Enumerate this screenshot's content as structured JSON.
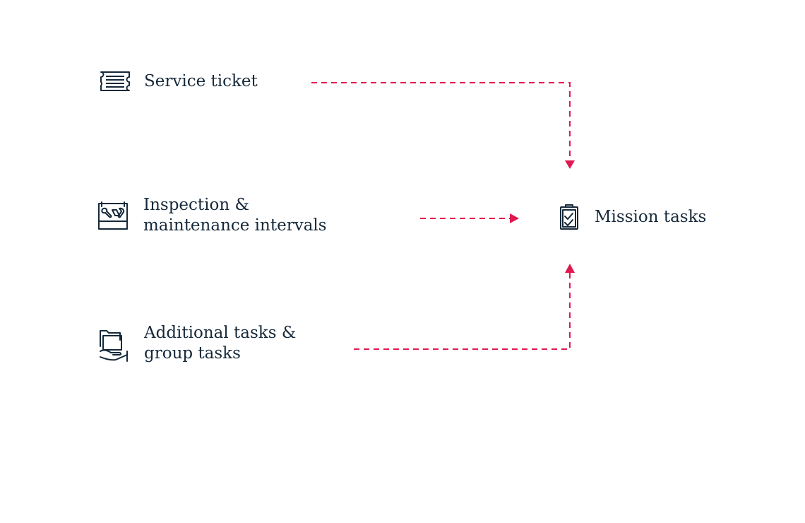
{
  "colors": {
    "text": "#16293a",
    "icon": "#16293a",
    "connector": "#e0184f",
    "background": "#ffffff"
  },
  "nodes": {
    "service_ticket": {
      "icon": "ticket-icon",
      "label": "Service ticket"
    },
    "inspection": {
      "icon": "toolbox-icon",
      "label_line1": "Inspection &",
      "label_line2": "maintenance intervals"
    },
    "additional": {
      "icon": "folder-hand-icon",
      "label_line1": "Additional tasks &",
      "label_line2": "group tasks"
    },
    "mission": {
      "icon": "clipboard-check-icon",
      "label": "Mission tasks"
    }
  },
  "connectors": [
    {
      "from": "service_ticket",
      "to": "mission",
      "style": "dashed"
    },
    {
      "from": "inspection",
      "to": "mission",
      "style": "dashed"
    },
    {
      "from": "additional",
      "to": "mission",
      "style": "dashed"
    }
  ]
}
